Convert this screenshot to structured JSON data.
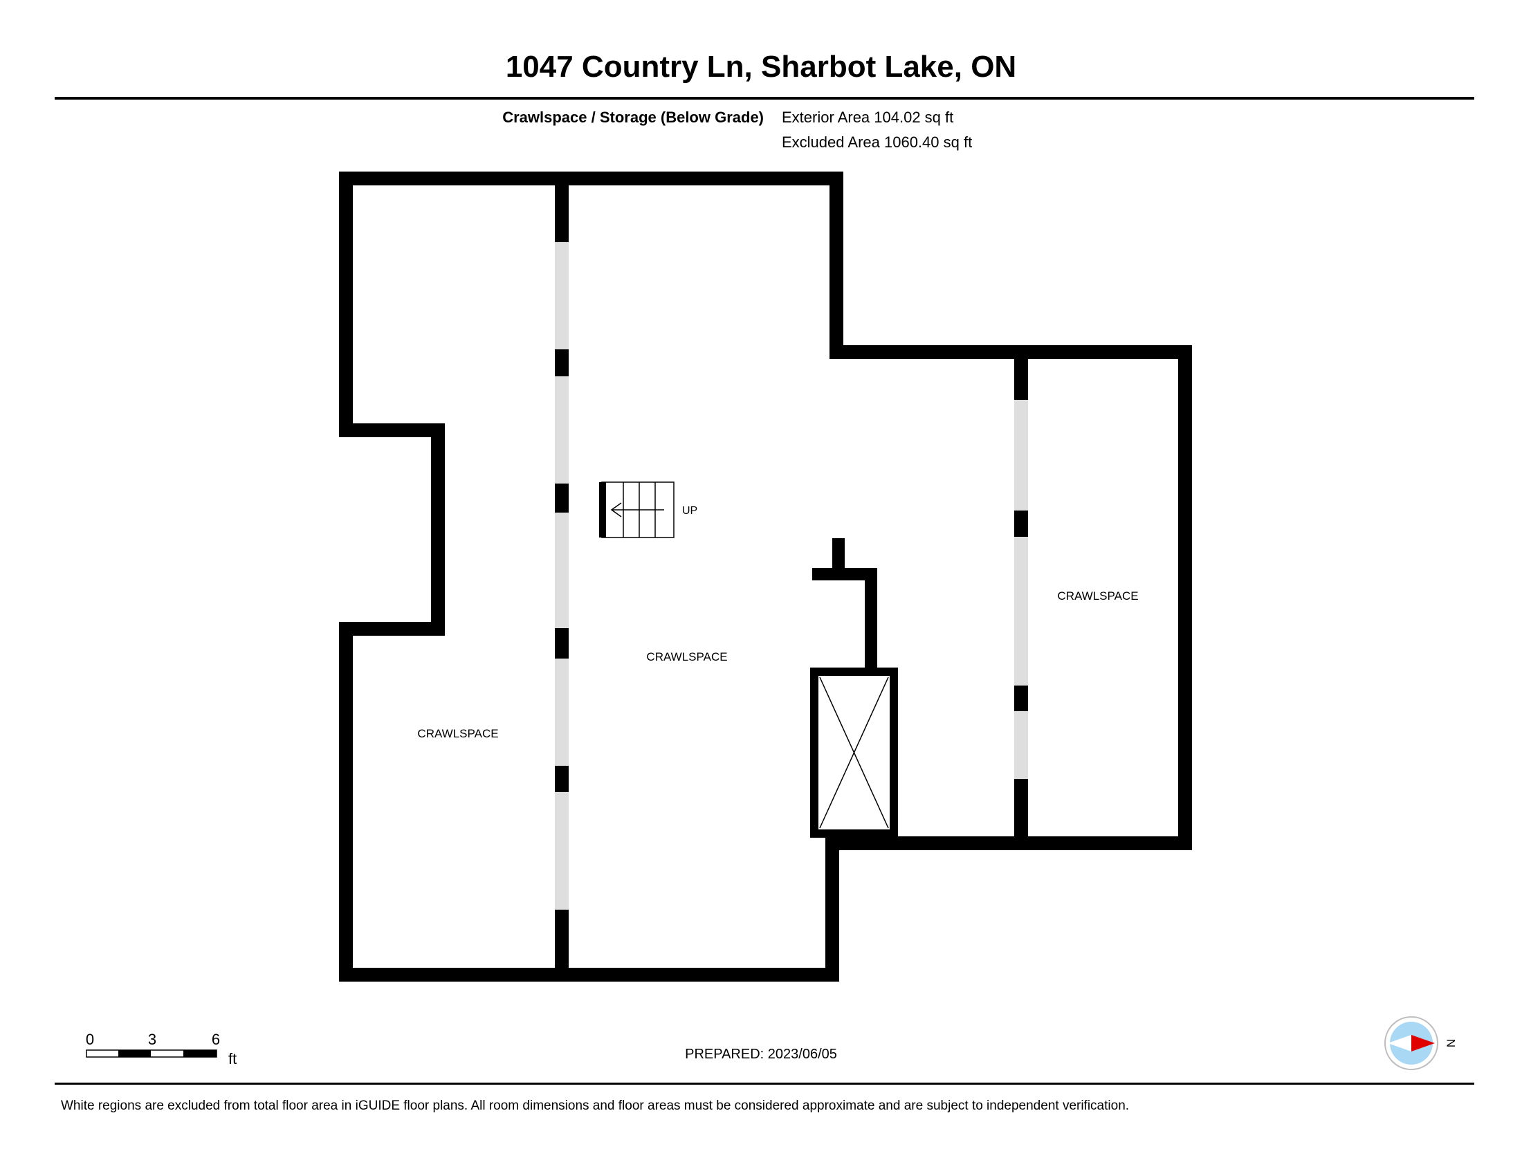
{
  "header": {
    "title": "1047 Country Ln, Sharbot Lake, ON",
    "floor_name": "Crawlspace / Storage (Below Grade)",
    "exterior_area": "Exterior Area 104.02 sq ft",
    "excluded_area": "Excluded Area 1060.40 sq ft"
  },
  "plan": {
    "rooms": [
      {
        "label": "CRAWLSPACE"
      },
      {
        "label": "CRAWLSPACE"
      },
      {
        "label": "CRAWLSPACE"
      }
    ],
    "stairs_label": "UP"
  },
  "scale_bar": {
    "ticks": [
      "0",
      "3",
      "6"
    ],
    "unit": "ft"
  },
  "compass": {
    "direction": "N",
    "arrow_color": "#e00000",
    "disc_color": "#a9d8f5"
  },
  "footer": {
    "prepared": "PREPARED: 2023/06/05",
    "disclaimer": "White regions are excluded from total floor area in iGUIDE floor plans. All room dimensions and floor areas must be considered approximate and are subject to independent verification."
  }
}
